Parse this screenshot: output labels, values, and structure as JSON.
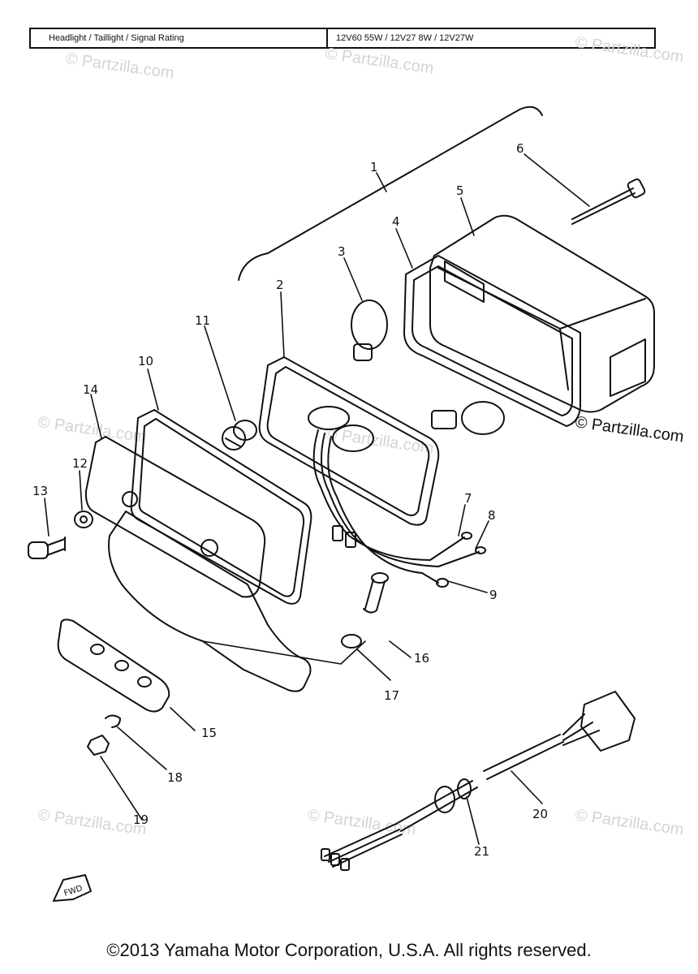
{
  "rating": {
    "label": "Headlight / Taillight / Signal Rating",
    "value": "12V60 55W / 12V27 8W / 12V27W"
  },
  "callouts": [
    "1",
    "2",
    "3",
    "4",
    "5",
    "6",
    "7",
    "8",
    "9",
    "10",
    "11",
    "12",
    "13",
    "14",
    "15",
    "16",
    "17",
    "18",
    "19",
    "20",
    "21"
  ],
  "watermark": "© Partzilla.com",
  "fwd_label": "FWD",
  "copyright": "©2013 Yamaha Motor Corporation, U.S.A. All rights reserved.",
  "colors": {
    "ink": "#111111",
    "watermark": "#d4d4d4"
  }
}
